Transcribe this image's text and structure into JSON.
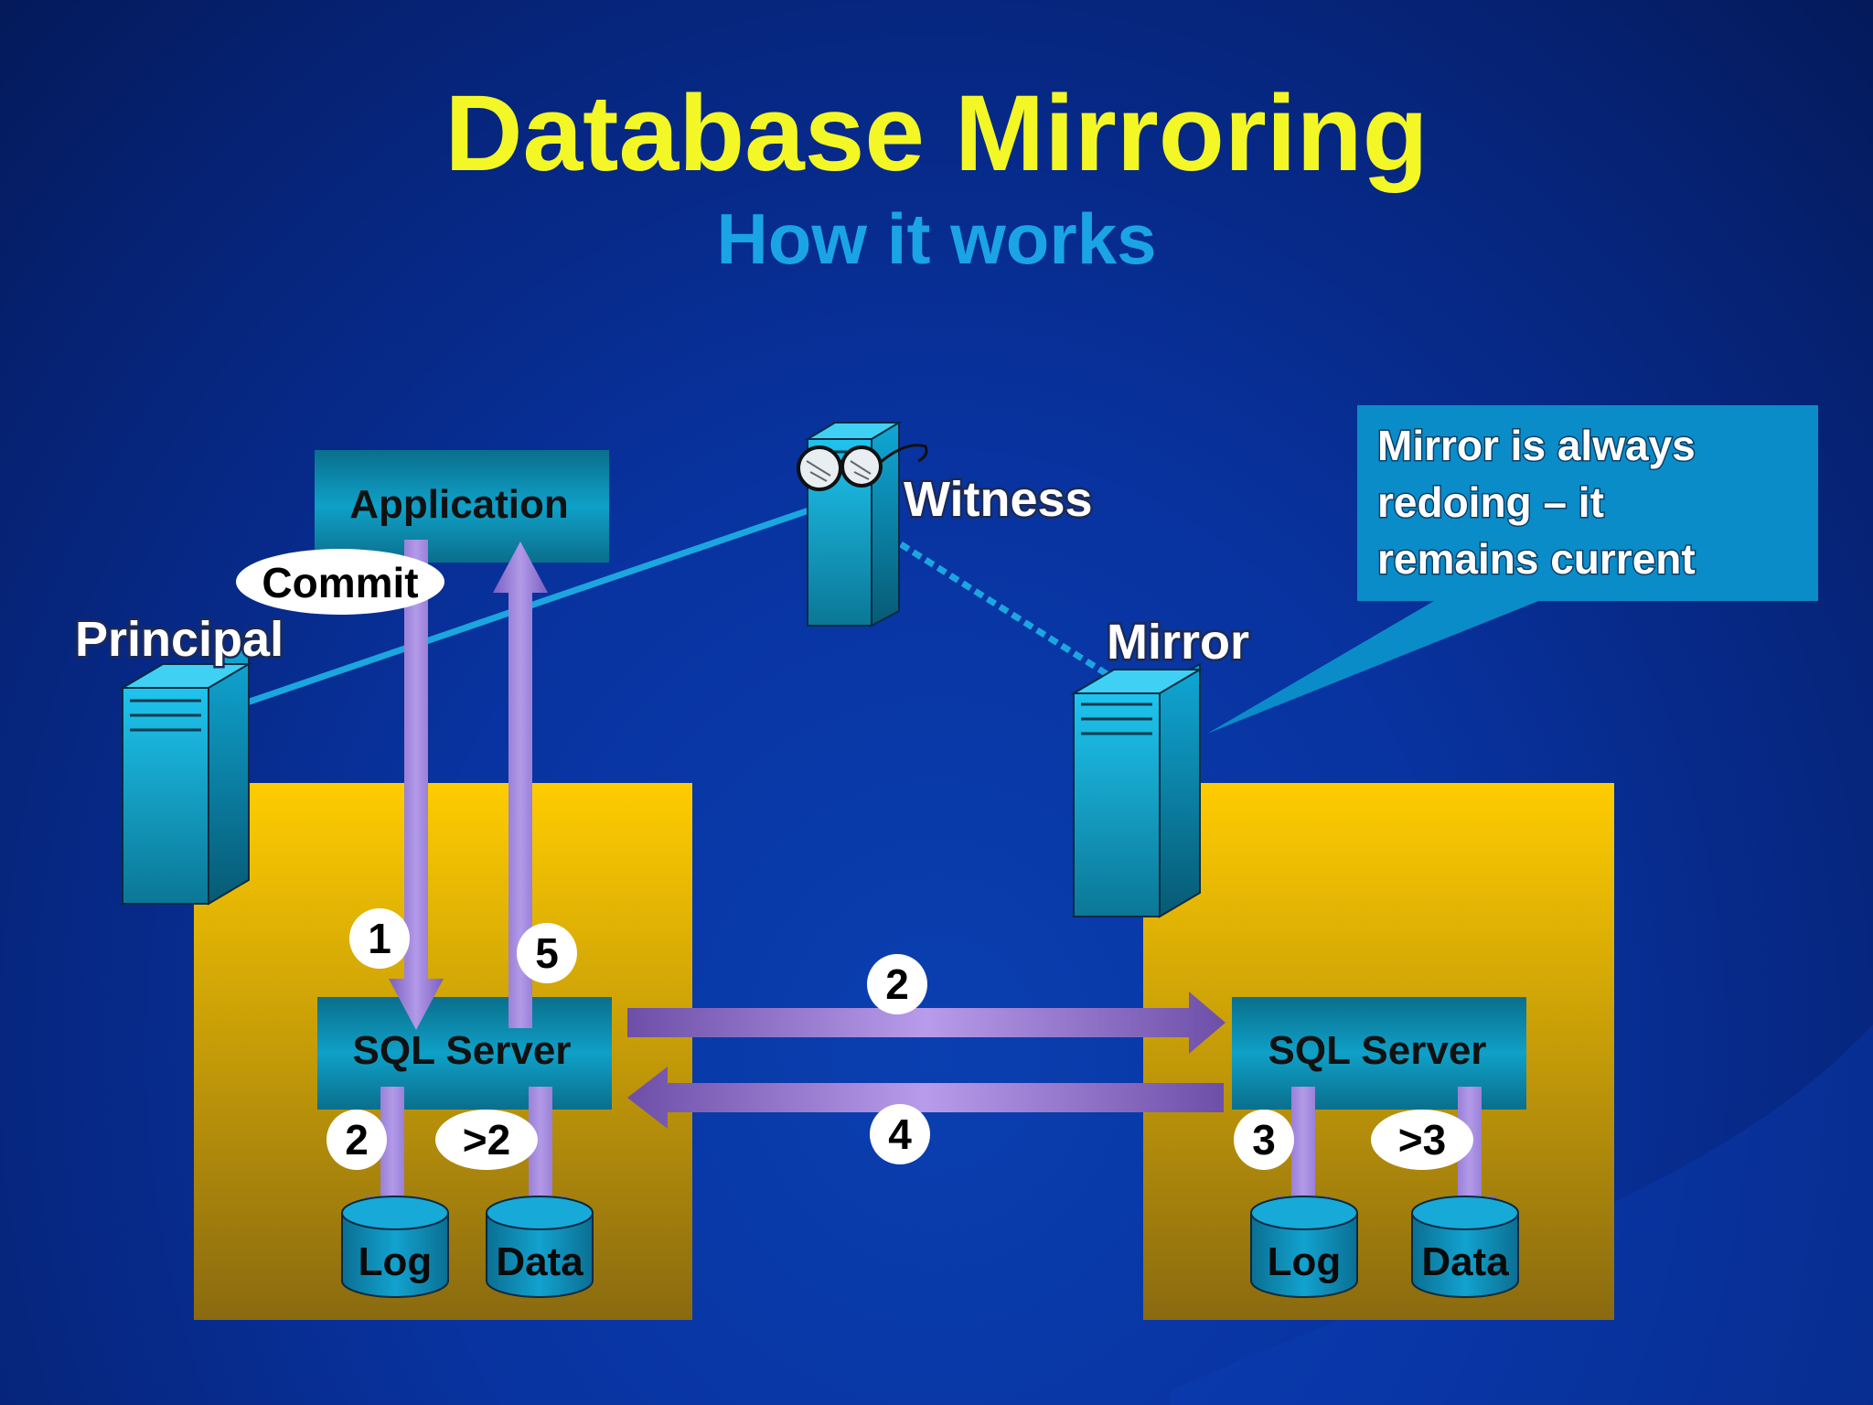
{
  "title": "Database Mirroring",
  "subtitle": "How it works",
  "nodes": {
    "principal": "Principal",
    "mirror": "Mirror",
    "witness": "Witness"
  },
  "application": "Application",
  "commit": "Commit",
  "principal_server": {
    "label": "SQL Server",
    "log": "Log",
    "data": "Data"
  },
  "mirror_server": {
    "label": "SQL Server",
    "log": "Log",
    "data": "Data"
  },
  "steps": {
    "s1": "1",
    "s5": "5",
    "s2_left": "2",
    "s2_gt": ">2",
    "s2_mid": "2",
    "s4_mid": "4",
    "s3": "3",
    "s3_gt": ">3"
  },
  "callout": {
    "lines": [
      "Mirror is always",
      "redoing – it",
      "remains current"
    ]
  },
  "colors": {
    "title": "#f4f726",
    "subtitle": "#1aa4e6",
    "arrow": "#9b7fd6",
    "panel": "#e0a800",
    "server_box": "#0b8fb0",
    "callout": "#0a8cc8"
  }
}
